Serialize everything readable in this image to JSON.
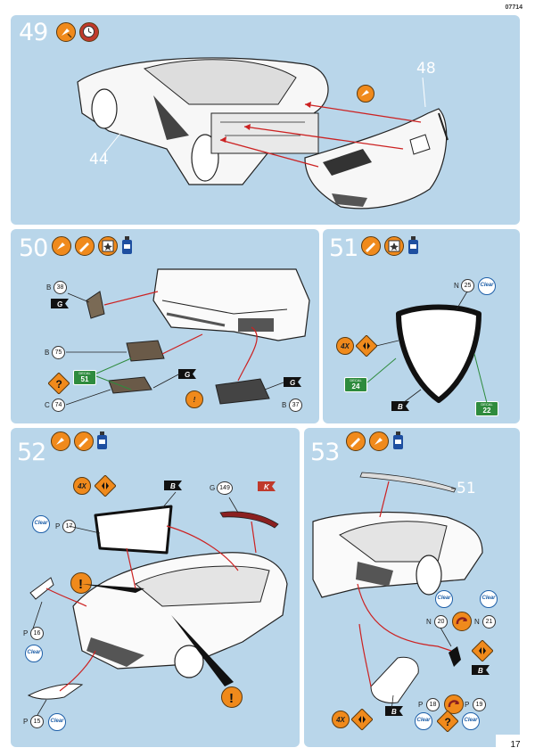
{
  "header": {
    "code": "07714"
  },
  "page": {
    "number": "17"
  },
  "steps": {
    "s49": {
      "number": "49",
      "part_main": "48",
      "part_body": "44"
    },
    "s50": {
      "number": "50",
      "refs": {
        "b38": "38",
        "b38_prefix": "B",
        "b75": "75",
        "b75_prefix": "B",
        "c74": "74",
        "c74_prefix": "C",
        "b37": "37",
        "b37_prefix": "B"
      },
      "decal_label": "DECAL",
      "decal_num": "51",
      "flag_g": "G"
    },
    "s51": {
      "number": "51",
      "n25_prefix": "N",
      "n25": "25",
      "clear_label": "Clear",
      "qty": "4X",
      "decal_label": "DECAL",
      "decal_a": "24",
      "decal_b": "22",
      "flag_b": "B"
    },
    "s52": {
      "number": "52",
      "qty": "4X",
      "flag_b": "B",
      "flag_k": "K",
      "g149_prefix": "G",
      "g149": "149",
      "p17_prefix": "P",
      "p17": "17",
      "p16_prefix": "P",
      "p16": "16",
      "p15_prefix": "P",
      "p15": "15",
      "clear_label": "Clear"
    },
    "s53": {
      "number": "53",
      "part_ref": "51",
      "n20_prefix": "N",
      "n20": "20",
      "n21_prefix": "N",
      "n21": "21",
      "p18_prefix": "P",
      "p18": "18",
      "p19_prefix": "P",
      "p19": "19",
      "qty": "4X",
      "flag_b": "B",
      "clear_label": "Clear"
    }
  },
  "colors": {
    "panel": "#b9d6ea",
    "orange": "#f08a1c",
    "arrow": "#cc2222",
    "decal": "#2e8b3d",
    "flag_k": "#c0392b"
  }
}
